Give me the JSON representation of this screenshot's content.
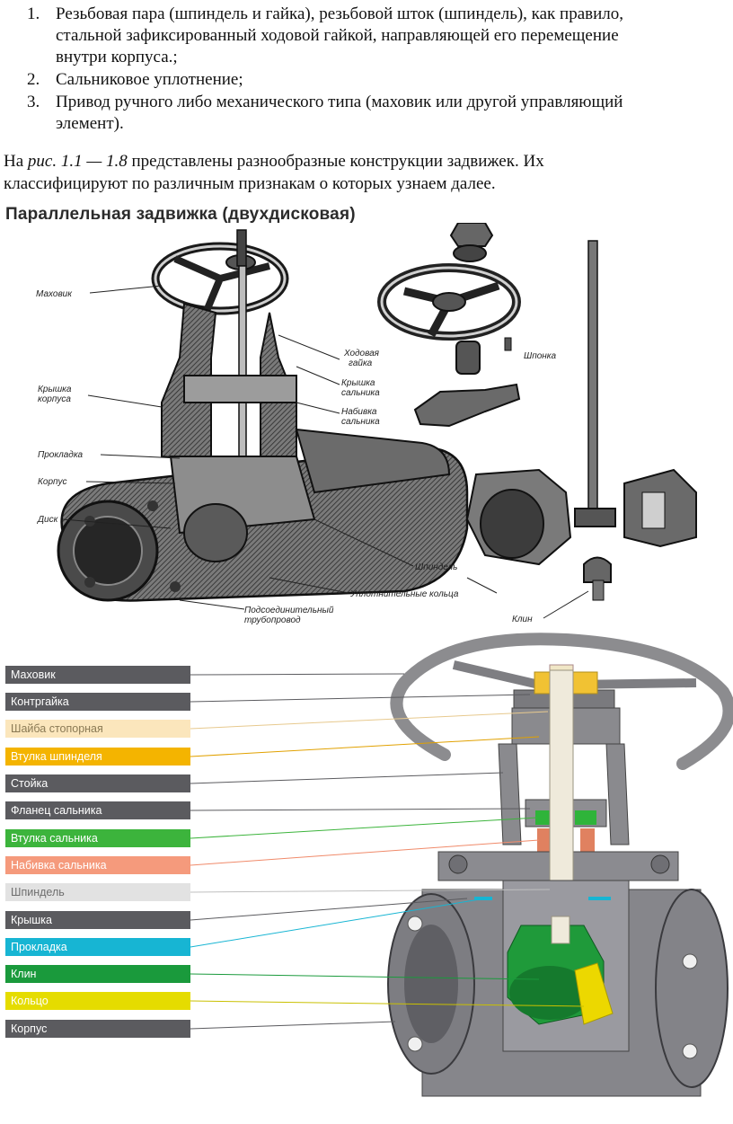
{
  "list": [
    {
      "num": "1.",
      "lines": [
        "Резьбовая пара (шпиндель и гайка), резьбовой шток (шпиндель), как правило,",
        "стальной зафиксированный ходовой гайкой, направляющей его перемещение",
        "внутри корпуса.;"
      ]
    },
    {
      "num": "2.",
      "lines": [
        "Сальниковое уплотнение;"
      ]
    },
    {
      "num": "3.",
      "lines": [
        "Привод ручного либо механического типа (маховик или другой управляющий",
        "элемент)."
      ]
    }
  ],
  "paragraph": {
    "prefix": "На ",
    "ref": "рис. 1.1 — 1.8",
    "suffix": " представлены разнообразные конструкции задвижек. Их",
    "line2": "классифицируют по различным признакам о которых узнаем далее."
  },
  "figure1": {
    "title": "Параллельная задвижка (двухдисковая)",
    "callouts": {
      "flywheel": "Маховик",
      "cover1": "Крышка",
      "cover2": "корпуса",
      "gasket": "Прокладка",
      "body": "Корпус",
      "disk": "Диск",
      "running_nut1": "Ходовая",
      "running_nut2": "гайка",
      "key": "Шпонка",
      "gland_cover1": "Крышка",
      "gland_cover2": "сальника",
      "gland_packing1": "Набивка",
      "gland_packing2": "сальника",
      "spindle": "Шпиндель",
      "seal_rings": "Уплотнительные кольца",
      "pipeline1": "Подсоединительный",
      "pipeline2": "трубопровод",
      "wedge": "Клин"
    }
  },
  "figure2": {
    "legend": [
      {
        "label": "Маховик",
        "bg": "#5b5b5f",
        "fg": "#ffffff"
      },
      {
        "label": "Контргайка",
        "bg": "#5b5b5f",
        "fg": "#ffffff"
      },
      {
        "label": "Шайба стопорная",
        "bg": "#fbe6bc",
        "fg": "#8a7a55"
      },
      {
        "label": "Втулка шпинделя",
        "bg": "#f4b400",
        "fg": "#ffffff"
      },
      {
        "label": "Стойка",
        "bg": "#5b5b5f",
        "fg": "#ffffff"
      },
      {
        "label": "Фланец сальника",
        "bg": "#5b5b5f",
        "fg": "#ffffff"
      },
      {
        "label": "Втулка сальника",
        "bg": "#3cb43c",
        "fg": "#ffffff"
      },
      {
        "label": "Набивка сальника",
        "bg": "#f59a7c",
        "fg": "#ffffff"
      },
      {
        "label": "Шпиндель",
        "bg": "#e2e2e2",
        "fg": "#6e6e6e"
      },
      {
        "label": "Крышка",
        "bg": "#5b5b5f",
        "fg": "#ffffff"
      },
      {
        "label": "Прокладка",
        "bg": "#17b5d3",
        "fg": "#ffffff"
      },
      {
        "label": "Клин",
        "bg": "#1a9a3c",
        "fg": "#ffffff"
      },
      {
        "label": "Кольцо",
        "bg": "#e5dc00",
        "fg": "#ffffff"
      },
      {
        "label": "Корпус",
        "bg": "#5b5b5f",
        "fg": "#ffffff"
      }
    ]
  }
}
